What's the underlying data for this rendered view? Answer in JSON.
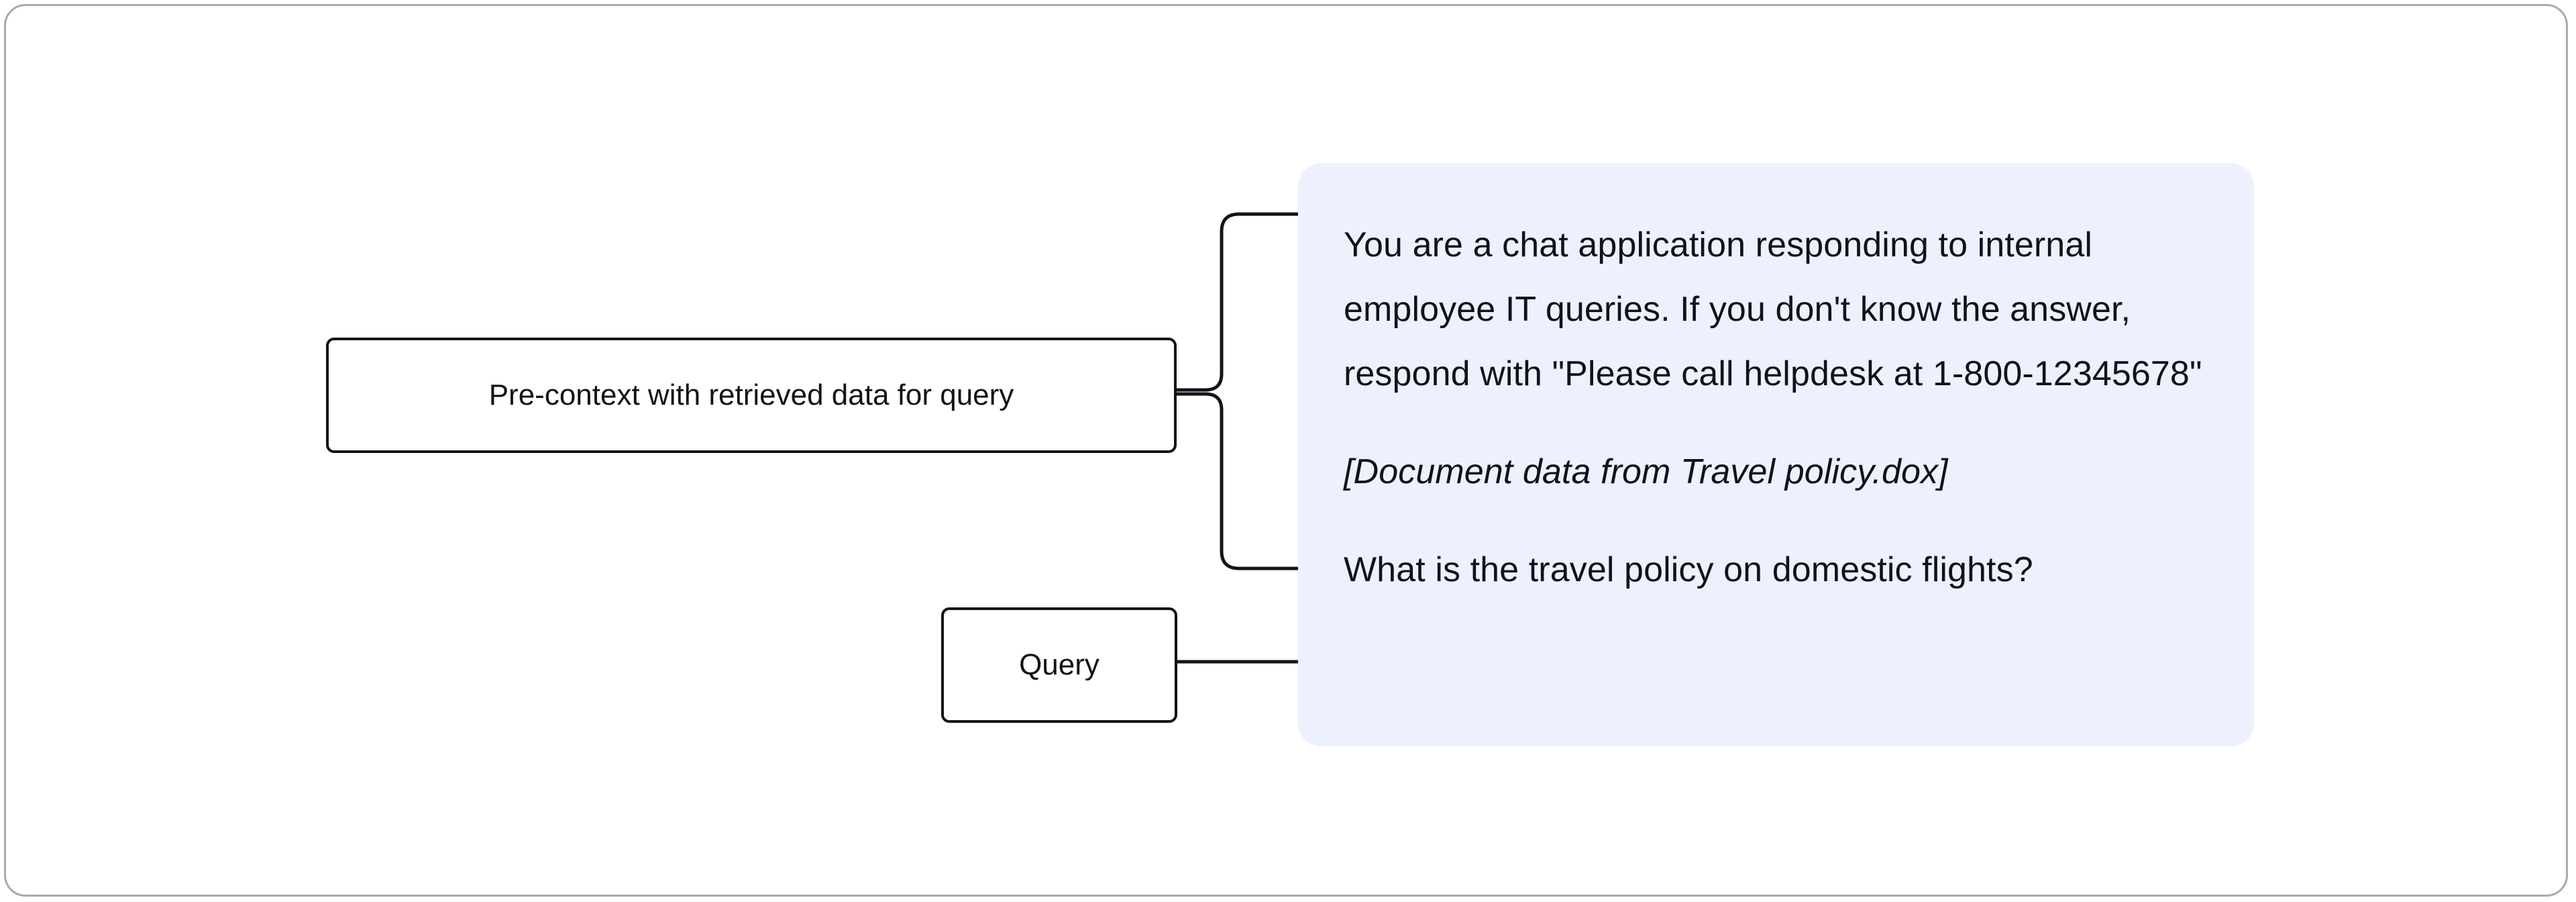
{
  "diagram": {
    "type": "rag-prompt-assembly-diagram",
    "nodes": [
      {
        "id": "precontext",
        "label": "Pre-context with retrieved data for query"
      },
      {
        "id": "query",
        "label": "Query"
      }
    ],
    "panel": {
      "name": "assembled-prompt-panel",
      "background_color": "#edf1fd",
      "blocks": [
        {
          "id": "system-instruction",
          "style": "normal",
          "text": "You are a chat application responding to internal employee IT queries. If you don't know the answer, respond with \"Please call helpdesk at 1-800-12345678\""
        },
        {
          "id": "document-data",
          "style": "italic",
          "text": "[Document data from Travel policy.dox]"
        },
        {
          "id": "user-query",
          "style": "normal",
          "text": "What is the travel policy on domestic flights?"
        }
      ]
    },
    "connectors": [
      {
        "id": "brace-precontext-to-panel",
        "from": "precontext",
        "to": "system-instruction-and-document-data",
        "shape": "curly-brace"
      },
      {
        "id": "line-query-to-panel",
        "from": "query",
        "to": "user-query",
        "shape": "straight-line"
      }
    ],
    "colors": {
      "stroke": "#13131a",
      "panel_background": "#edf1fd",
      "card_border": "#a9a9b4",
      "text": "#12121a",
      "canvas": "#ffffff"
    }
  }
}
